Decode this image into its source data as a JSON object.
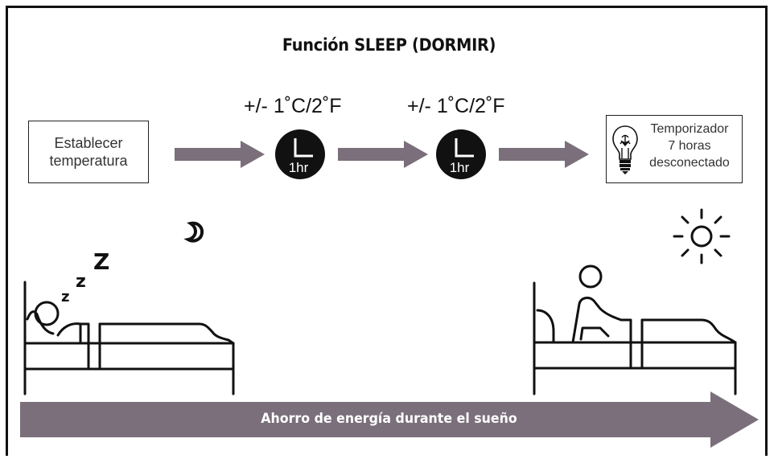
{
  "title": "Función SLEEP (DORMIR)",
  "start_box": {
    "label": "Establecer\ntemperatura"
  },
  "steps": [
    {
      "label": "+/- 1˚C/2˚F",
      "clock_label": "1hr"
    },
    {
      "label": "+/- 1˚C/2˚F",
      "clock_label": "1hr"
    }
  ],
  "end_box": {
    "label": "Temporizador\n7 horas\ndesconectado",
    "icon": "light-bulb-icon"
  },
  "sleep_letters": [
    "z",
    "z",
    "Z"
  ],
  "bottom_arrow": {
    "label": "Ahorro de energía durante el sueño"
  },
  "colors": {
    "arrow": "#7a6f7a",
    "clock": "#111111",
    "line": "#111111"
  }
}
